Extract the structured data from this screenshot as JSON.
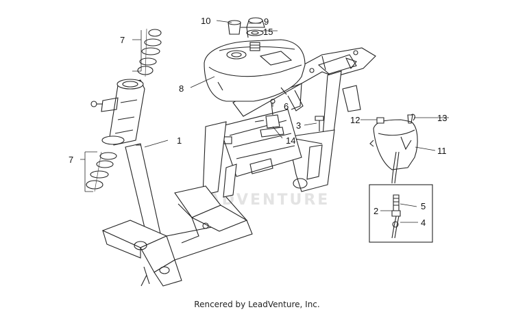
{
  "callouts": [
    {
      "id": "c1",
      "label": "1"
    },
    {
      "id": "c2",
      "label": "2"
    },
    {
      "id": "c3",
      "label": "3"
    },
    {
      "id": "c4",
      "label": "4"
    },
    {
      "id": "c5",
      "label": "5"
    },
    {
      "id": "c6",
      "label": "6"
    },
    {
      "id": "c7a",
      "label": "7"
    },
    {
      "id": "c7b",
      "label": "7"
    },
    {
      "id": "c8",
      "label": "8"
    },
    {
      "id": "c9",
      "label": "9"
    },
    {
      "id": "c10",
      "label": "10"
    },
    {
      "id": "c11",
      "label": "11"
    },
    {
      "id": "c12",
      "label": "12"
    },
    {
      "id": "c13",
      "label": "13"
    },
    {
      "id": "c14",
      "label": "14"
    },
    {
      "id": "c15",
      "label": "15"
    }
  ],
  "watermark": "LEADVENTURE",
  "footer": {
    "credit": "Rencered by LeadVenture, Inc."
  }
}
